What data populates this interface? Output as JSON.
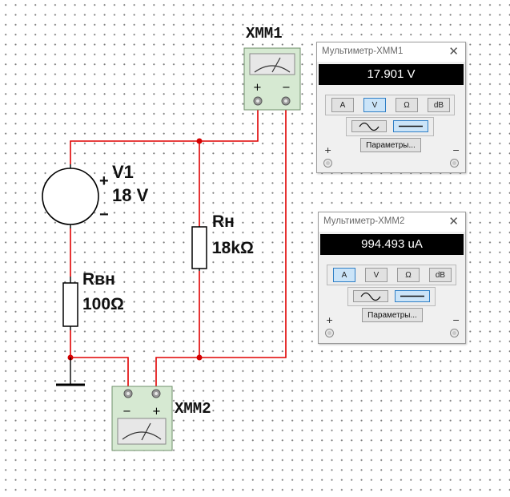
{
  "circuit": {
    "source": {
      "name": "V1",
      "value": "18 V"
    },
    "rvn": {
      "name": "Rвн",
      "value": "100Ω"
    },
    "rn": {
      "name": "Rн",
      "value": "18kΩ"
    },
    "mm1_label": "XMM1",
    "mm2_label": "XMM2"
  },
  "multimeter1": {
    "title": "Мультиметр-XMM1",
    "reading": "17.901 V",
    "buttons": [
      "A",
      "V",
      "Ω",
      "dB"
    ],
    "active_mode": "V",
    "active_wave": "DC",
    "params_label": "Параметры...",
    "plus": "+",
    "minus": "−"
  },
  "multimeter2": {
    "title": "Мультиметр-XMM2",
    "reading": "994.493 uA",
    "buttons": [
      "A",
      "V",
      "Ω",
      "dB"
    ],
    "active_mode": "A",
    "active_wave": "DC",
    "params_label": "Параметры...",
    "plus": "+",
    "minus": "−"
  },
  "colors": {
    "wire": "#e00000",
    "dot": "#d40000",
    "active_button": "#cbe4f8"
  }
}
